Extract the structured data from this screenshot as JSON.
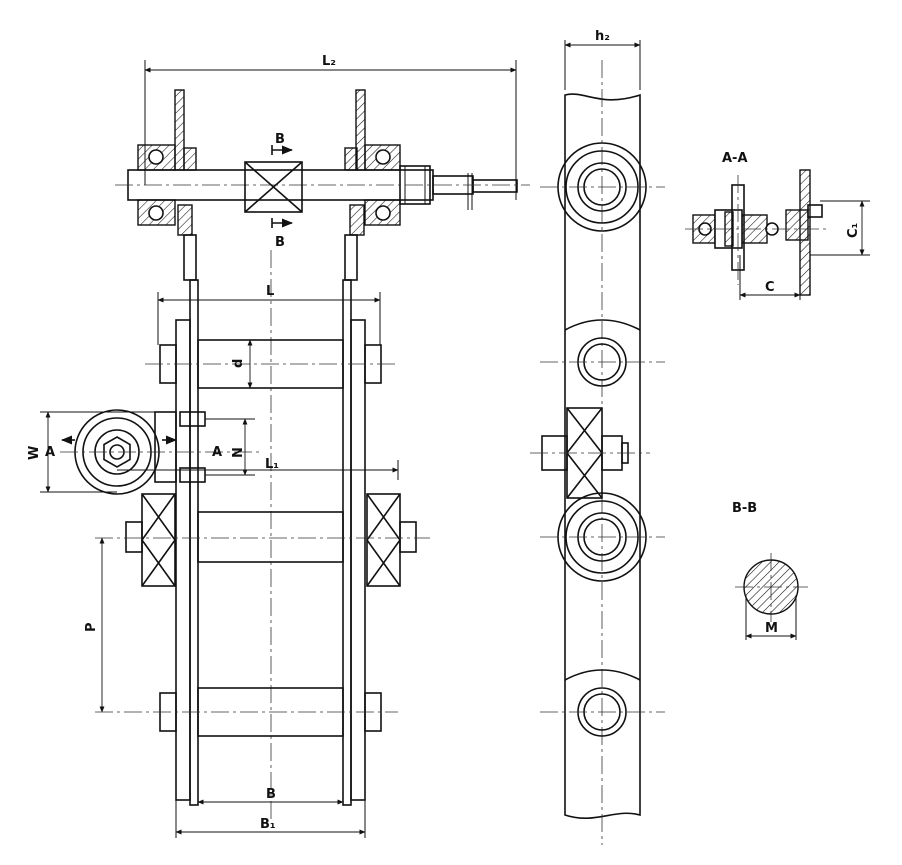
{
  "labels": {
    "L2": "L₂",
    "L": "L",
    "L1": "L₁",
    "d": "d",
    "W": "W",
    "N": "N",
    "A_left": "A",
    "A_right": "A",
    "B_top": "B",
    "B_bottom": "B",
    "P": "P",
    "B": "B",
    "B1": "B₁",
    "h2": "h₂",
    "section_AA": "A-A",
    "C1": "C₁",
    "C": "C",
    "section_BB": "B-B",
    "M": "M"
  }
}
